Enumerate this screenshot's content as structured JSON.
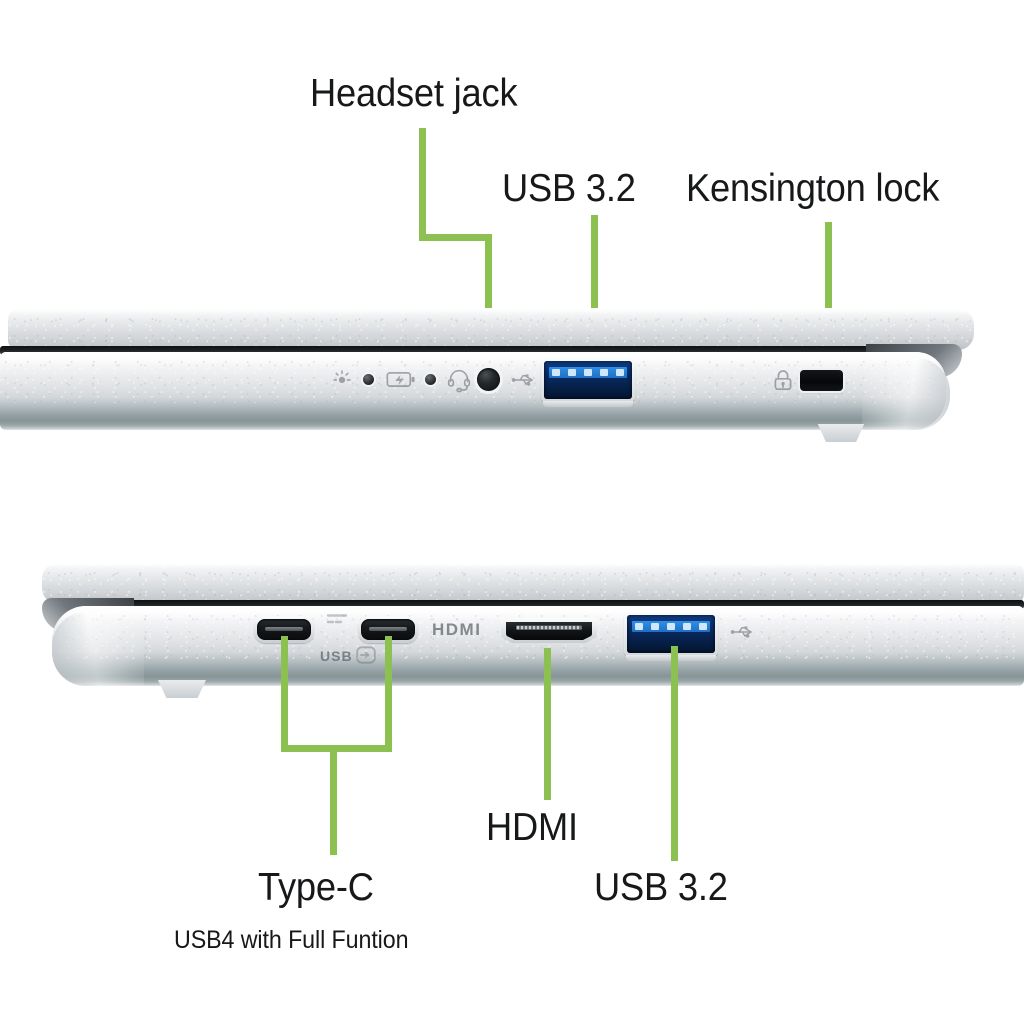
{
  "diagram": {
    "title": "Laptop side port layout",
    "accent_color": "#8cc152",
    "text_color": "#17181a",
    "body_silver": "#e2e4e6",
    "edge_teal": "#8b9a9e",
    "usb_blue": "#0a2f6e"
  },
  "top_view": {
    "name": "right-side-profile",
    "callouts": [
      {
        "id": "headset-jack",
        "label": "Headset jack"
      },
      {
        "id": "usb-32",
        "label": "USB 3.2"
      },
      {
        "id": "kensington",
        "label": "Kensington lock"
      }
    ],
    "port_icons": [
      {
        "id": "power-indicator-icon",
        "name": "power-led-icon"
      },
      {
        "id": "battery-indicator-icon",
        "name": "battery-charge-icon"
      },
      {
        "id": "headset-icon",
        "name": "headset-icon"
      },
      {
        "id": "usb-trident-icon",
        "name": "usb-icon"
      },
      {
        "id": "kensington-lock-icon",
        "name": "lock-icon"
      }
    ],
    "ports": [
      {
        "id": "headset-jack-port",
        "type": "3.5mm jack"
      },
      {
        "id": "usb-a-port",
        "type": "USB 3.2 Type-A"
      },
      {
        "id": "kensington-slot",
        "type": "Kensington lock slot"
      }
    ]
  },
  "bottom_view": {
    "name": "left-side-profile",
    "callouts": [
      {
        "id": "type-c",
        "label": "Type-C",
        "sublabel": "USB4 with Full Funtion"
      },
      {
        "id": "hdmi",
        "label": "HDMI"
      },
      {
        "id": "usb-32-b",
        "label": "USB 3.2"
      }
    ],
    "port_marks": [
      {
        "id": "usb-c-logo-text",
        "label": "USB"
      },
      {
        "id": "hdmi-port-label",
        "label": "HDMI"
      }
    ],
    "ports": [
      {
        "id": "usb-c-port-1",
        "type": "USB Type-C / USB4"
      },
      {
        "id": "usb-c-port-2",
        "type": "USB Type-C / USB4"
      },
      {
        "id": "hdmi-port",
        "type": "HDMI"
      },
      {
        "id": "usb-a-port-2",
        "type": "USB 3.2 Type-A"
      }
    ]
  }
}
